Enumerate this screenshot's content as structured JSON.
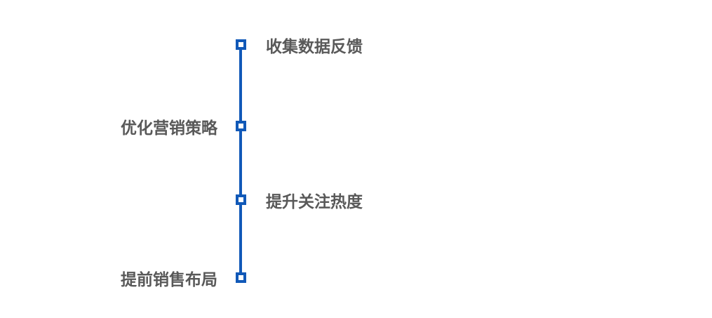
{
  "timeline": {
    "line_color": "#1159b8",
    "label_color": "#595959",
    "items": [
      {
        "label": "收集数据反馈",
        "side": "right"
      },
      {
        "label": "优化营销策略",
        "side": "left"
      },
      {
        "label": "提升关注热度",
        "side": "right"
      },
      {
        "label": "提前销售布局",
        "side": "left"
      }
    ]
  }
}
